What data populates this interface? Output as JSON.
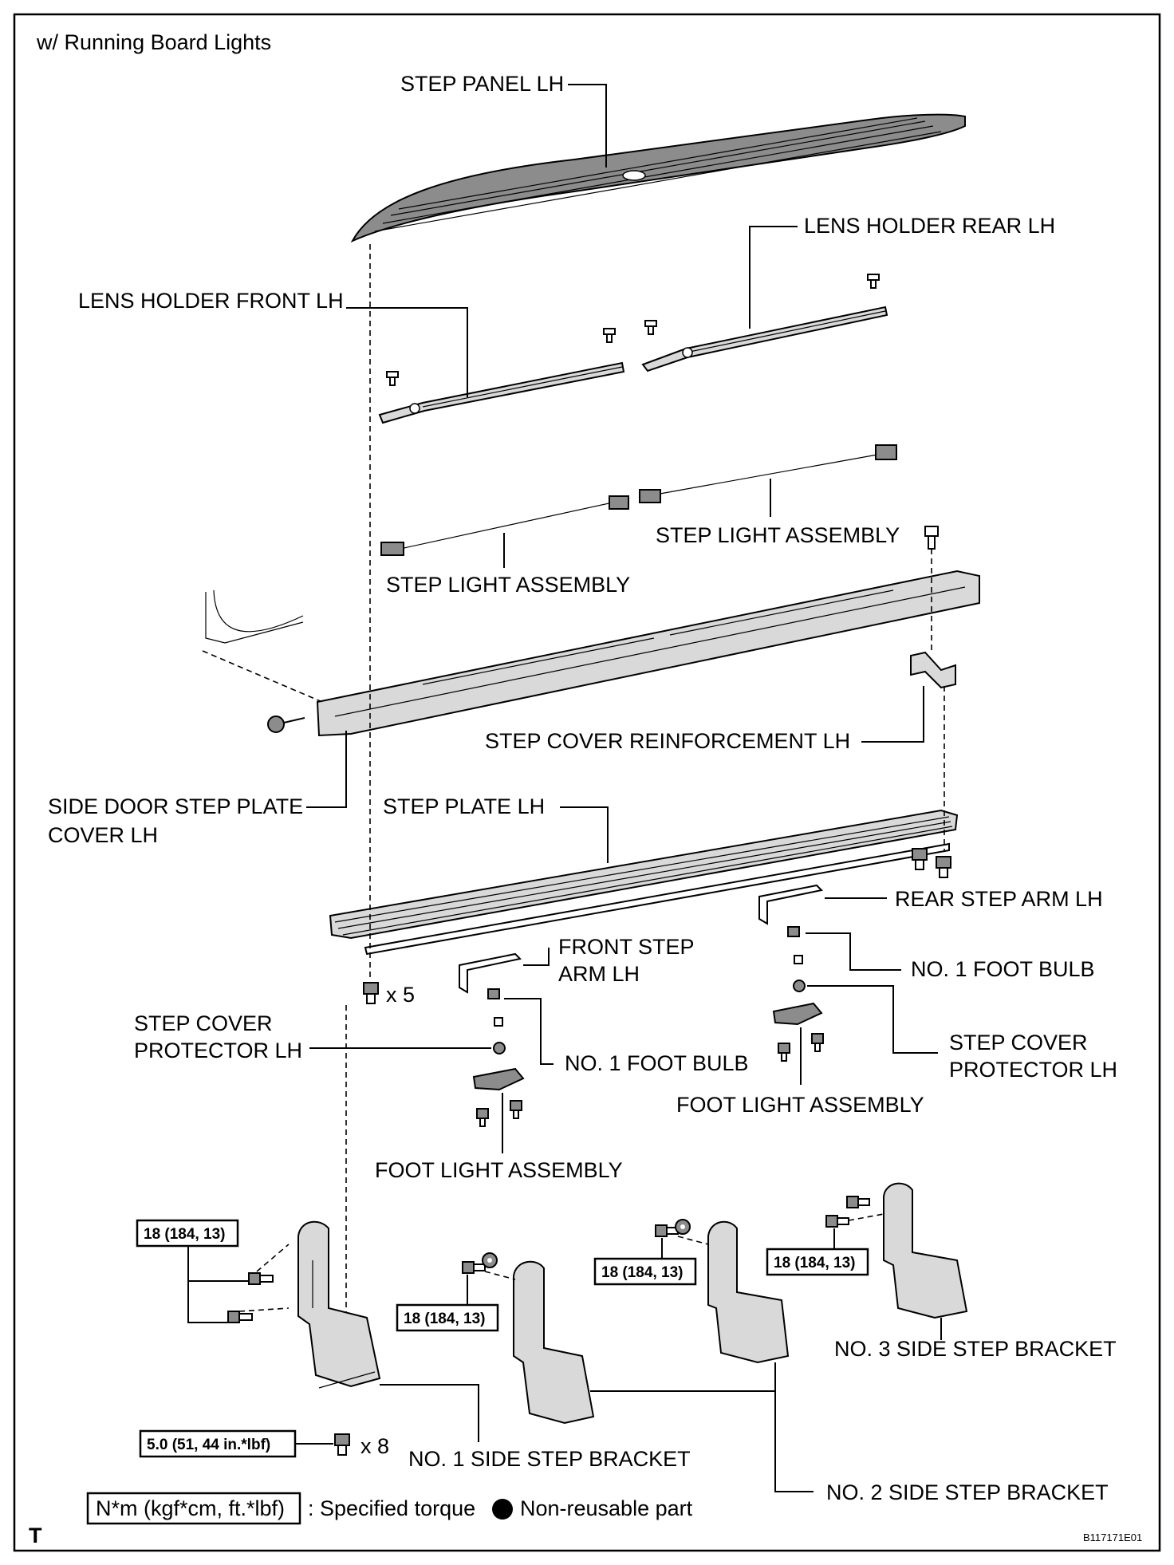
{
  "header": {
    "variant": "w/ Running Board Lights"
  },
  "labels": {
    "step_panel": "STEP PANEL LH",
    "lens_holder_rear": "LENS HOLDER REAR LH",
    "lens_holder_front": "LENS HOLDER FRONT LH",
    "step_light_rear": "STEP LIGHT ASSEMBLY",
    "step_light_front": "STEP LIGHT ASSEMBLY",
    "step_cover_reinf": "STEP COVER REINFORCEMENT LH",
    "side_door_plate_1": "SIDE DOOR STEP PLATE",
    "side_door_plate_2": "COVER LH",
    "step_plate": "STEP PLATE LH",
    "rear_step_arm": "REAR STEP ARM LH",
    "front_step_arm_1": "FRONT STEP",
    "front_step_arm_2": "ARM LH",
    "foot_bulb_rear": "NO. 1 FOOT BULB",
    "foot_bulb_front": "NO. 1 FOOT BULB",
    "cover_protector_front_1": "STEP COVER",
    "cover_protector_front_2": "PROTECTOR LH",
    "cover_protector_rear_1": "STEP COVER",
    "cover_protector_rear_2": "PROTECTOR LH",
    "foot_light_rear": "FOOT LIGHT ASSEMBLY",
    "foot_light_front": "FOOT LIGHT ASSEMBLY",
    "bracket_3": "NO. 3 SIDE STEP BRACKET",
    "bracket_1": "NO. 1 SIDE STEP BRACKET",
    "bracket_2": "NO. 2 SIDE STEP BRACKET",
    "qty_5": "x 5",
    "qty_8": "x 8"
  },
  "torque": {
    "t1": "18 (184, 13)",
    "t2": "18 (184, 13)",
    "t3": "18 (184, 13)",
    "t4": "18 (184, 13)",
    "t5": "5.0 (51, 44 in.*lbf)"
  },
  "legend": {
    "torque_unit": "N*m (kgf*cm, ft.*lbf)",
    "torque_text": ": Specified torque",
    "nonreusable_text": "Non-reusable part"
  },
  "footer": {
    "corner_mark": "T",
    "figure_id": "B117171E01"
  }
}
